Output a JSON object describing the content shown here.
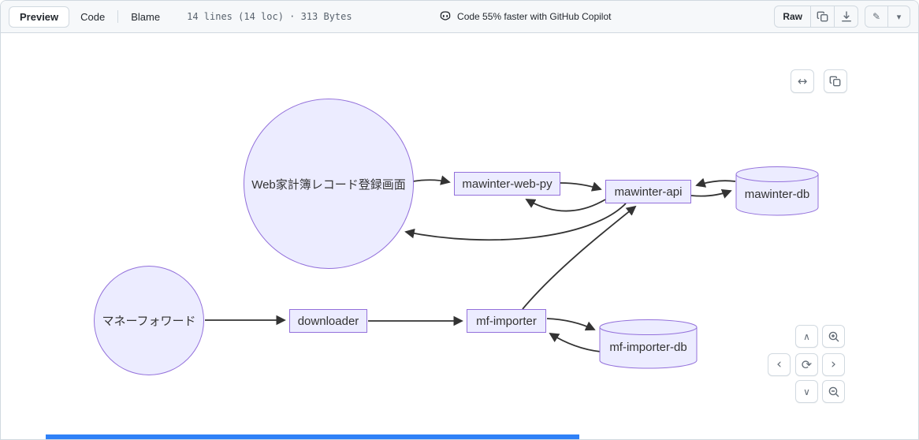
{
  "toolbar": {
    "tabs": [
      {
        "label": "Preview",
        "active": true
      },
      {
        "label": "Code",
        "active": false
      },
      {
        "label": "Blame",
        "active": false
      }
    ],
    "file_info": "14 lines (14 loc) · 313 Bytes",
    "copilot_text": "Code 55% faster with GitHub Copilot",
    "raw_label": "Raw"
  },
  "diagram": {
    "nodes": [
      {
        "id": "web-ui",
        "label": "Web家計簿レコード登録画面",
        "shape": "circle"
      },
      {
        "id": "mawinter-web-py",
        "label": "mawinter-web-py",
        "shape": "rect"
      },
      {
        "id": "mawinter-api",
        "label": "mawinter-api",
        "shape": "rect"
      },
      {
        "id": "mawinter-db",
        "label": "mawinter-db",
        "shape": "cylinder"
      },
      {
        "id": "moneyforward",
        "label": "マネーフォワード",
        "shape": "circle"
      },
      {
        "id": "downloader",
        "label": "downloader",
        "shape": "rect"
      },
      {
        "id": "mf-importer",
        "label": "mf-importer",
        "shape": "rect"
      },
      {
        "id": "mf-importer-db",
        "label": "mf-importer-db",
        "shape": "cylinder"
      }
    ],
    "edges": [
      {
        "from": "Web家計簿レコード登録画面",
        "to": "mawinter-web-py"
      },
      {
        "from": "mawinter-web-py",
        "to": "mawinter-api"
      },
      {
        "from": "mawinter-api",
        "to": "mawinter-web-py"
      },
      {
        "from": "mawinter-api",
        "to": "Web家計簿レコード登録画面"
      },
      {
        "from": "mawinter-api",
        "to": "mawinter-db"
      },
      {
        "from": "mawinter-db",
        "to": "mawinter-api"
      },
      {
        "from": "マネーフォワード",
        "to": "downloader"
      },
      {
        "from": "downloader",
        "to": "mf-importer"
      },
      {
        "from": "mf-importer",
        "to": "mawinter-api"
      },
      {
        "from": "mf-importer",
        "to": "mf-importer-db"
      },
      {
        "from": "mf-importer-db",
        "to": "mf-importer"
      }
    ],
    "colors": {
      "node_fill": "#ECECFF",
      "node_border": "#9370DB",
      "edge": "#333333",
      "bottom_bar": "#2F81F7"
    }
  },
  "icons": {
    "expand": "↔",
    "pencil": "✎",
    "caret_down": "▾",
    "chevron_up": "∧",
    "chevron_down": "∨",
    "chevron_left": "‹",
    "chevron_right": "›",
    "refresh": "⟳"
  },
  "controls": {
    "diagram_buttons": [
      "expand-horizontal",
      "copy-diagram"
    ],
    "pan_zoom": [
      "pan-up",
      "zoom-in",
      "pan-left",
      "reset-view",
      "pan-right",
      "pan-down",
      "zoom-out"
    ]
  }
}
